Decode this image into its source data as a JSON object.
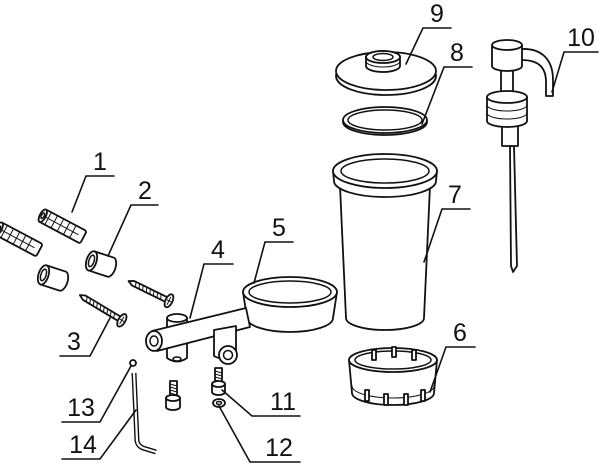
{
  "callouts": [
    "1",
    "2",
    "3",
    "4",
    "5",
    "6",
    "7",
    "8",
    "9",
    "10",
    "11",
    "12",
    "13",
    "14"
  ],
  "colors": {
    "line": "#111111",
    "background": "#ffffff"
  }
}
